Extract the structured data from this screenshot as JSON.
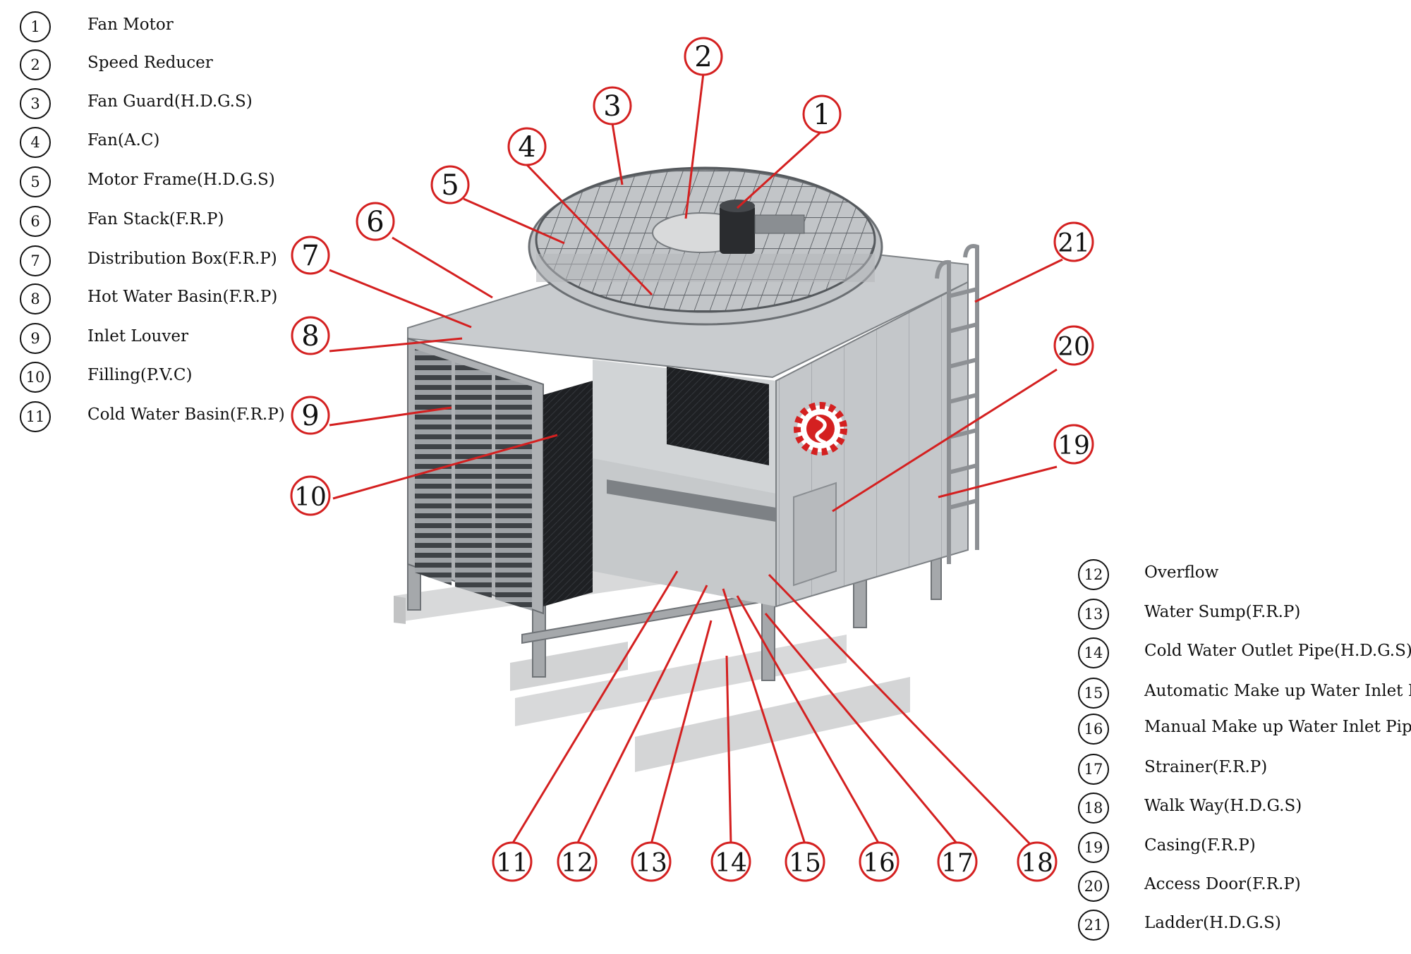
{
  "legend_left": [
    {
      "num": "1",
      "label": "Fan Motor"
    },
    {
      "num": "2",
      "label": "Speed Reducer"
    },
    {
      "num": "3",
      "label": "Fan Guard(H.D.G.S)"
    },
    {
      "num": "4",
      "label": "Fan(A.C)"
    },
    {
      "num": "5",
      "label": "Motor Frame(H.D.G.S)"
    },
    {
      "num": "6",
      "label": "Fan Stack(F.R.P)"
    },
    {
      "num": "7",
      "label": "Distribution Box(F.R.P)"
    },
    {
      "num": "8",
      "label": "Hot Water Basin(F.R.P)"
    },
    {
      "num": "9",
      "label": "Inlet Louver"
    },
    {
      "num": "10",
      "label": "Filling(P.V.C)"
    },
    {
      "num": "11",
      "label": "Cold Water Basin(F.R.P)"
    }
  ],
  "legend_right": [
    {
      "num": "12",
      "label": "Overflow"
    },
    {
      "num": "13",
      "label": "Water Sump(F.R.P)"
    },
    {
      "num": "14",
      "label": "Cold Water Outlet Pipe(H.D.G.S)"
    },
    {
      "num": "15",
      "label": "Automatic Make up Water Inlet Pipe"
    },
    {
      "num": "16",
      "label": "Manual Make up Water Inlet Pipe"
    },
    {
      "num": "17",
      "label": "Strainer(F.R.P)"
    },
    {
      "num": "18",
      "label": "Walk Way(H.D.G.S)"
    },
    {
      "num": "19",
      "label": "Casing(F.R.P)"
    },
    {
      "num": "20",
      "label": "Access Door(F.R.P)"
    },
    {
      "num": "21",
      "label": "Ladder(H.D.G.S)"
    }
  ],
  "callouts": [
    "1",
    "2",
    "3",
    "4",
    "5",
    "6",
    "7",
    "8",
    "9",
    "10",
    "11",
    "12",
    "13",
    "14",
    "15",
    "16",
    "17",
    "18",
    "19",
    "20",
    "21"
  ],
  "colors": {
    "callout_red": "#d42020",
    "ink": "#111111",
    "metal": "#b9bcbf",
    "shadow": "#8e9296",
    "fill_black": "#1e2023"
  }
}
